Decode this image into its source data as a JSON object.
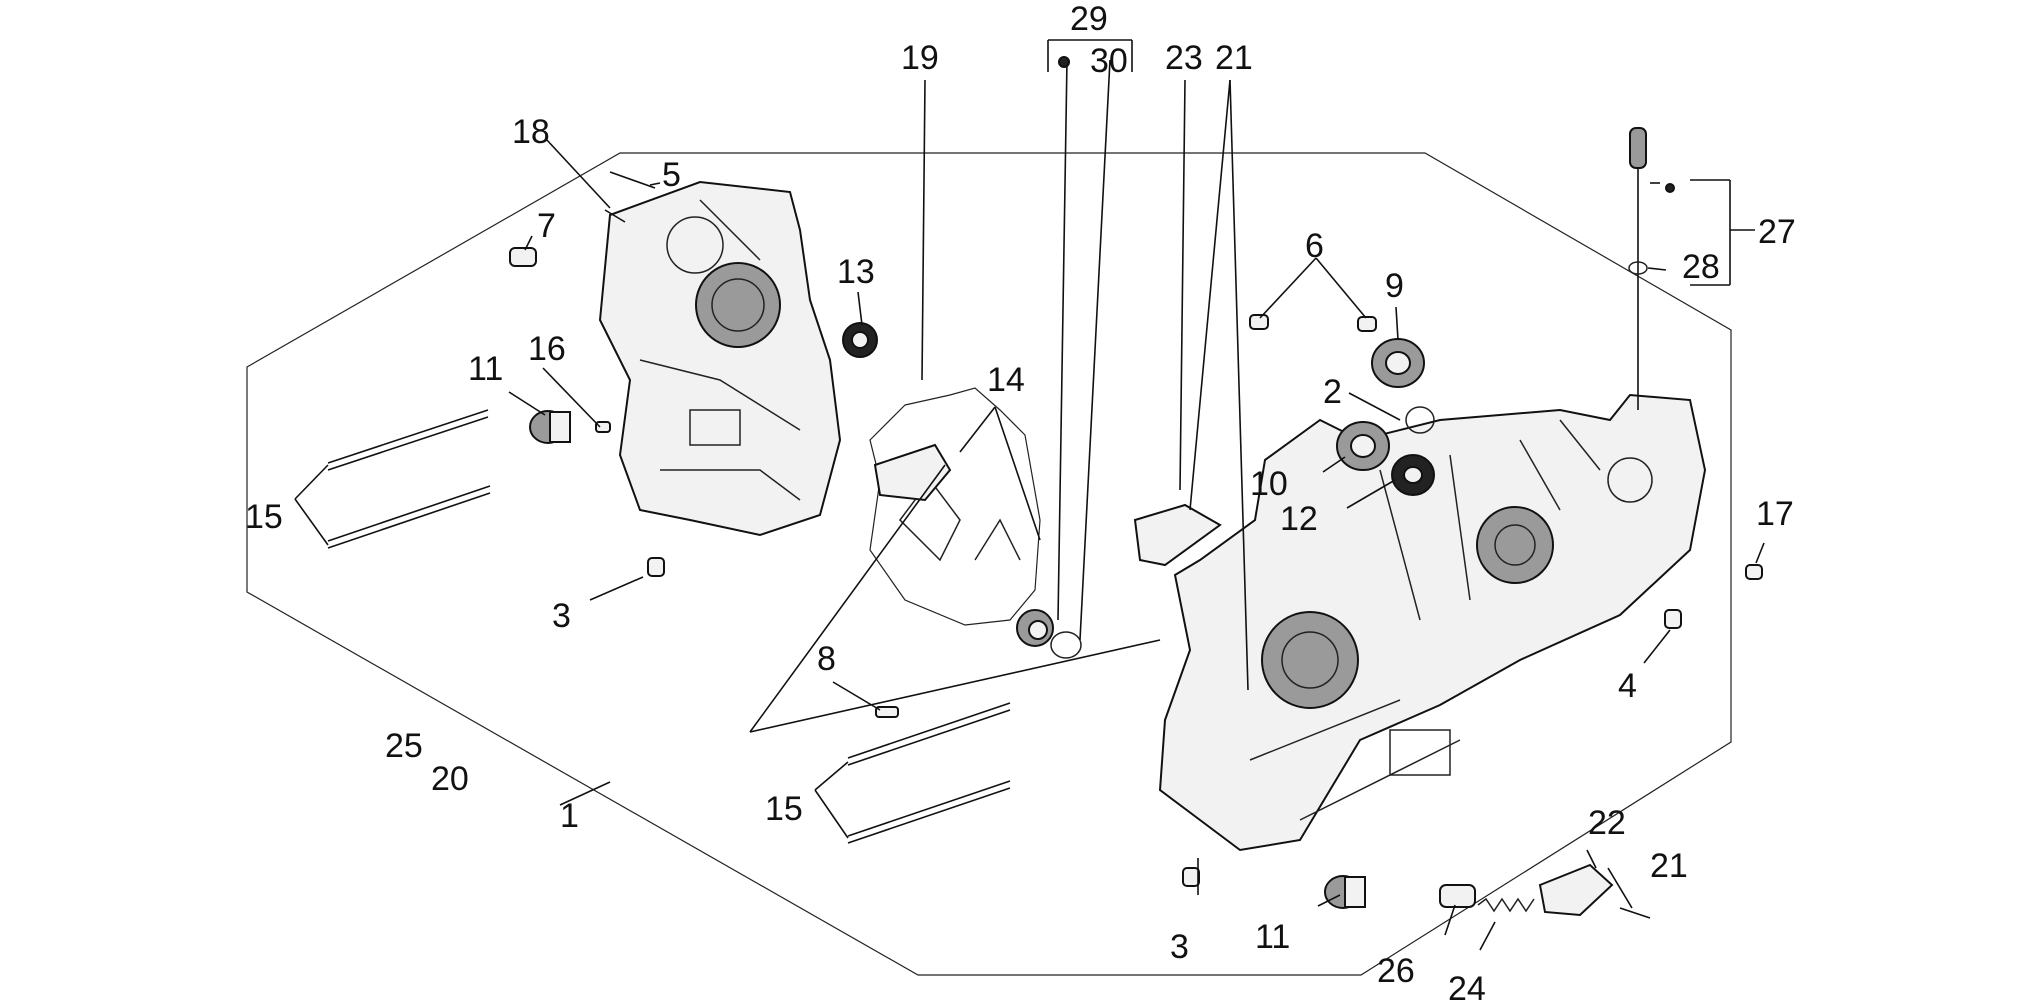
{
  "labels": {
    "l1": "1",
    "l2": "2",
    "l3a": "3",
    "l3b": "3",
    "l4": "4",
    "l5": "5",
    "l6": "6",
    "l7": "7",
    "l8": "8",
    "l9": "9",
    "l10": "10",
    "l11a": "11",
    "l11b": "11",
    "l12": "12",
    "l13": "13",
    "l14": "14",
    "l15a": "15",
    "l15b": "15",
    "l16": "16",
    "l17": "17",
    "l18": "18",
    "l19": "19",
    "l20": "20",
    "l21a": "21",
    "l21b": "21",
    "l22": "22",
    "l23": "23",
    "l24": "24",
    "l25": "25",
    "l26": "26",
    "l27": "27",
    "l28": "28",
    "l29": "29",
    "l30": "30"
  },
  "colors": {
    "ink": "#111111",
    "background": "#ffffff",
    "metal": "#f2f2f2",
    "seal": "#222222"
  }
}
